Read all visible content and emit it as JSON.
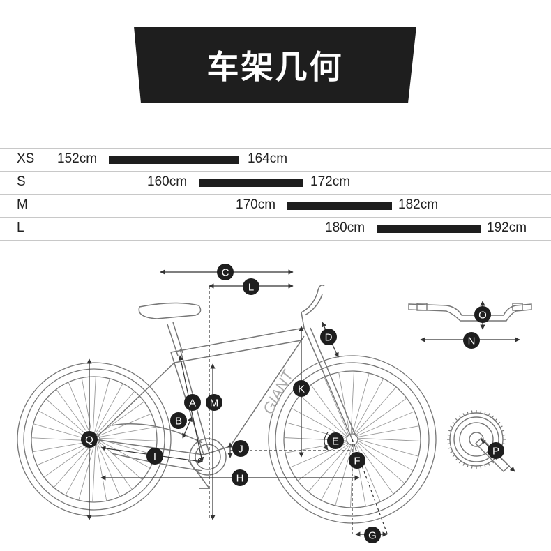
{
  "header": {
    "title": "车架几何"
  },
  "sizes": [
    {
      "label": "XS",
      "min": "152cm",
      "max": "164cm"
    },
    {
      "label": "S",
      "min": "160cm",
      "max": "172cm"
    },
    {
      "label": "M",
      "min": "170cm",
      "max": "182cm"
    },
    {
      "label": "L",
      "min": "180cm",
      "max": "192cm"
    }
  ],
  "diagram": {
    "frame_brand": "GIANT",
    "labels": [
      "A",
      "B",
      "C",
      "D",
      "E",
      "F",
      "G",
      "H",
      "I",
      "J",
      "K",
      "L",
      "M",
      "N",
      "O",
      "P",
      "Q"
    ],
    "colors": {
      "banner": "#1e1e1e",
      "bar": "#1e1e1e",
      "line": "#555555",
      "badge": "#1e1e1e"
    }
  }
}
